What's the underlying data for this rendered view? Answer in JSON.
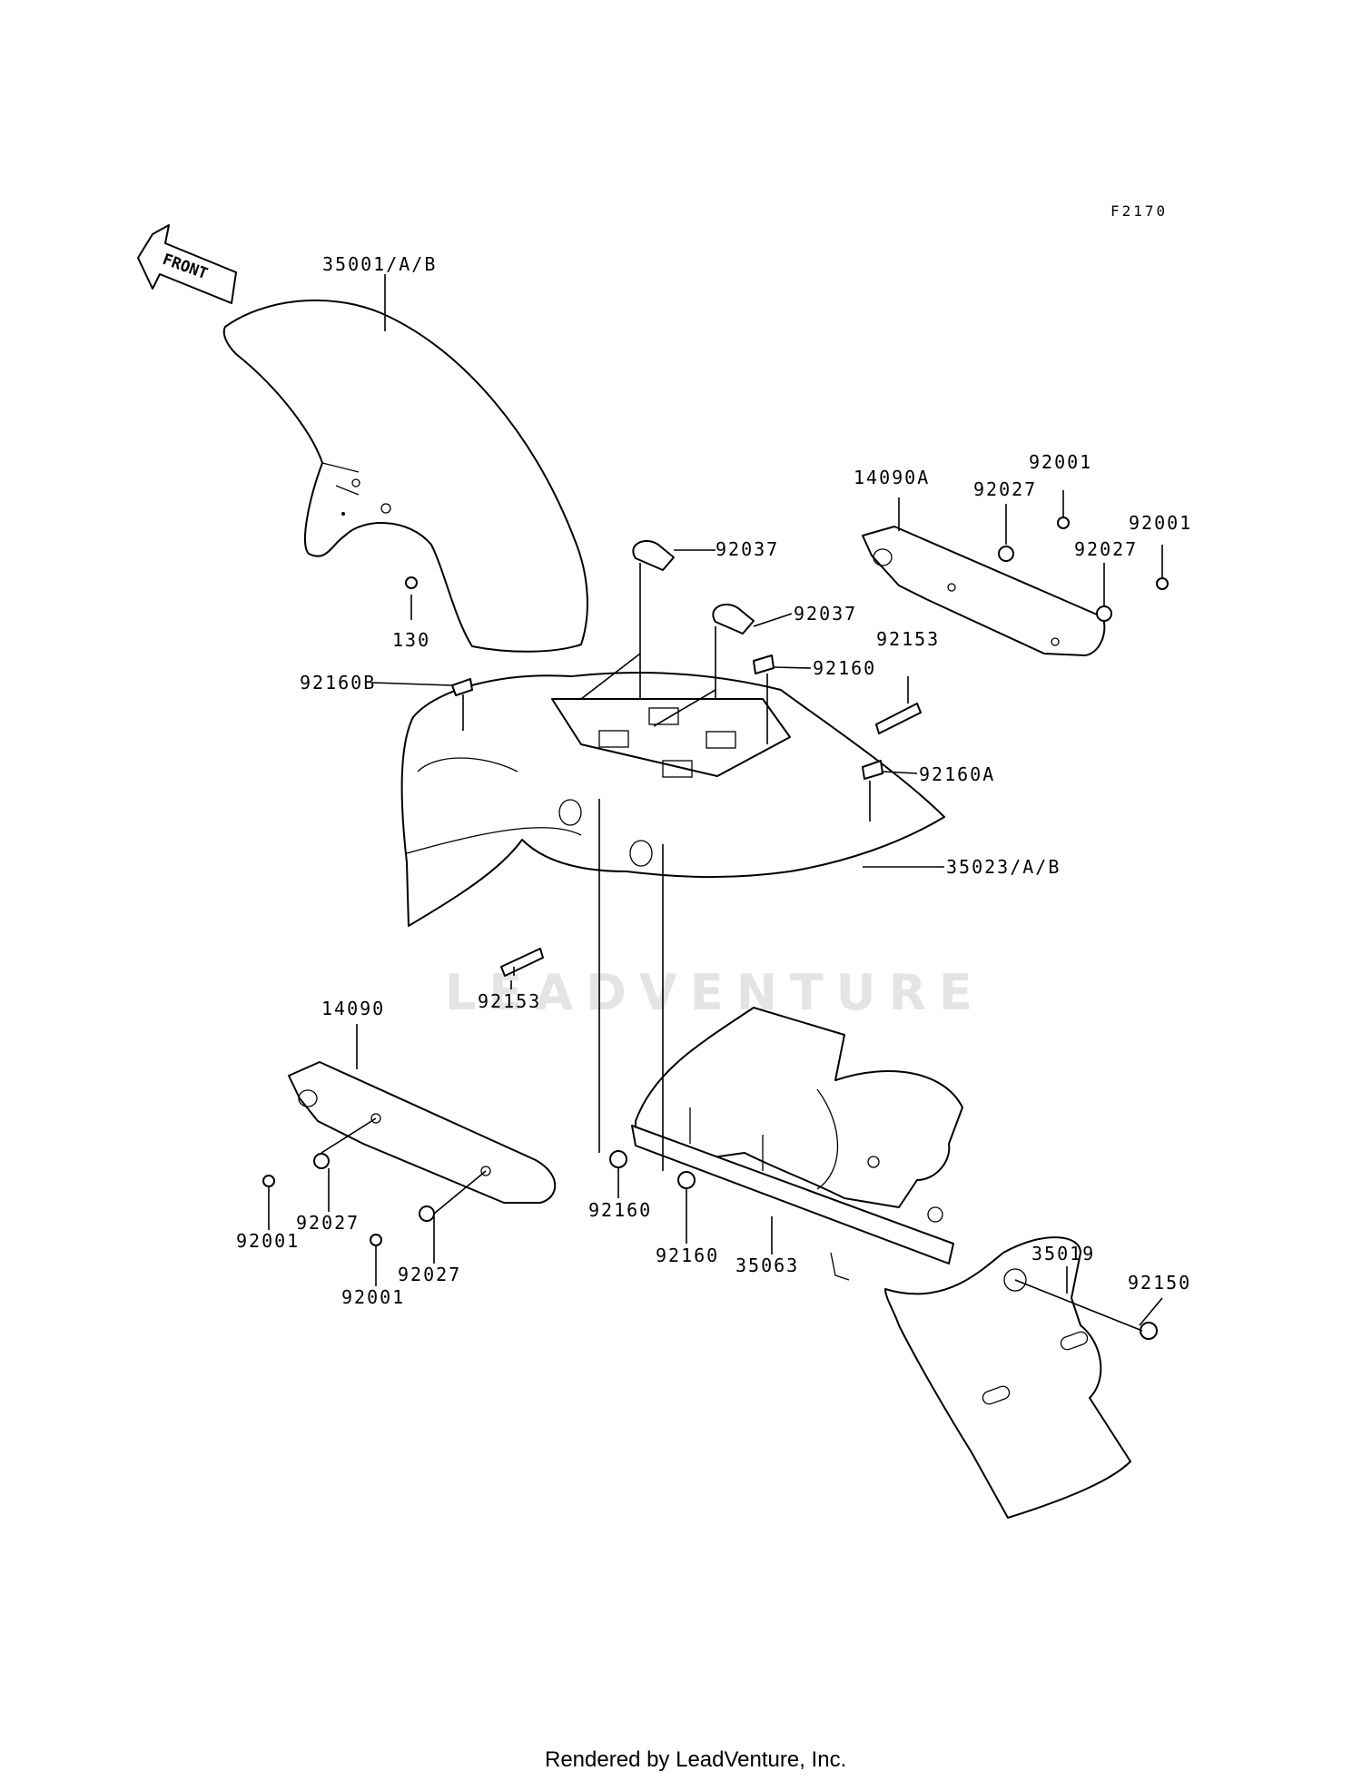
{
  "diagram_code": "F2170",
  "front_arrow_label": "FRONT",
  "watermark": "LEADVENTURE",
  "footer": "Rendered by LeadVenture, Inc.",
  "callouts": {
    "p35001": "35001/A/B",
    "p130": "130",
    "p92160B": "92160B",
    "p92037a": "92037",
    "p92037b": "92037",
    "p92160top": "92160",
    "p92153top": "92153",
    "p92160A": "92160A",
    "p35023": "35023/A/B",
    "p92153bot": "92153",
    "p14090A": "14090A",
    "p92027a": "92027",
    "p92001a": "92001",
    "p92001b": "92001",
    "p92027b": "92027",
    "p14090": "14090",
    "p92027c": "92027",
    "p92001c": "92001",
    "p92027d": "92027",
    "p92001d": "92001",
    "p92160c": "92160",
    "p92160d": "92160",
    "p35063": "35063",
    "p35019": "35019",
    "p92150": "92150"
  }
}
